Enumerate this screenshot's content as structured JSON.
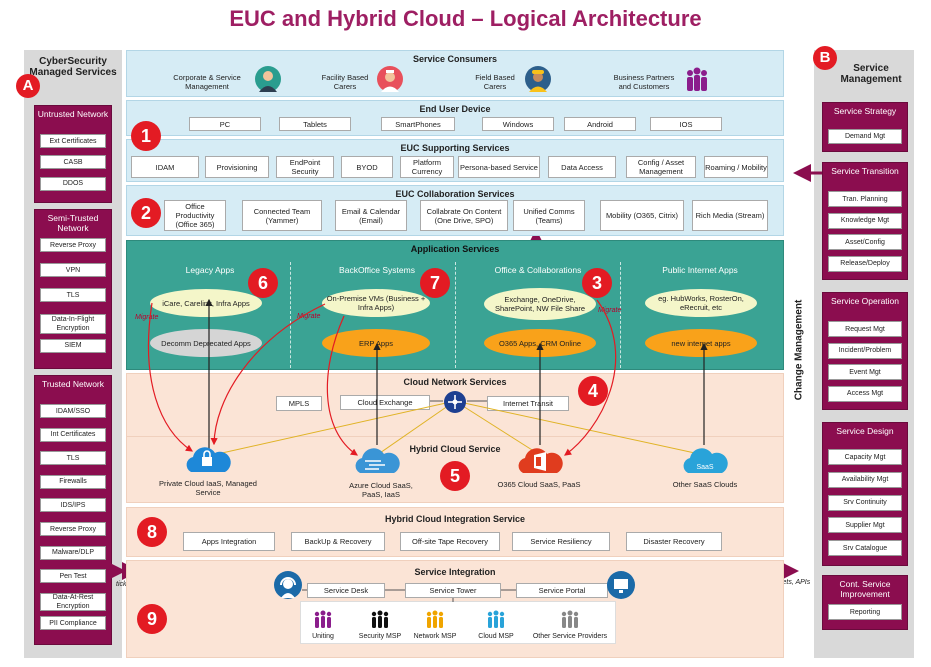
{
  "title": "EUC and Hybrid Cloud – Logical Architecture",
  "left_panel": {
    "heading": "CyberSecurity Managed Services",
    "badge": "A",
    "groups": [
      {
        "title": "Untrusted Network",
        "items": [
          "Ext Certificates",
          "CASB",
          "DDOS"
        ]
      },
      {
        "title": "Semi-Trusted Network",
        "items": [
          "Reverse Proxy",
          "VPN",
          "TLS",
          "Data-In-Flight Encryption",
          "SIEM"
        ]
      },
      {
        "title": "Trusted Network",
        "items": [
          "IDAM/SSO",
          "Int Certificates",
          "TLS",
          "Firewalls",
          "IDS/IPS",
          "Reverse Proxy",
          "Malware/DLP",
          "Pen Test",
          "Data-At-Rest Encryption",
          "PII Compliance"
        ]
      }
    ]
  },
  "right_panel": {
    "heading": "Service Management",
    "badge": "B",
    "groups": [
      {
        "title": "Service Strategy",
        "items": [
          "Demand Mgt"
        ]
      },
      {
        "title": "Service Transition",
        "items": [
          "Tran. Planning",
          "Knowledge Mgt",
          "Asset/Config",
          "Release/Deploy"
        ]
      },
      {
        "title": "Service Operation",
        "items": [
          "Request Mgt",
          "Incident/Problem",
          "Event Mgt",
          "Access Mgt"
        ]
      },
      {
        "title": "Service Design",
        "items": [
          "Capacity Mgt",
          "Availability Mgt",
          "Srv Continuity",
          "Supplier Mgt",
          "Srv Catalogue"
        ]
      },
      {
        "title": "Cont. Service Improvement",
        "items": [
          "Reporting"
        ]
      }
    ]
  },
  "change_management": "Change Management",
  "tickets_left": "tickets, APIs",
  "tickets_right": "tickets, APIs",
  "service_consumers": {
    "heading": "Service Consumers",
    "items": [
      "Corporate & Service Management",
      "Facility Based Carers",
      "Field Based Carers",
      "Business Partners and Customers"
    ]
  },
  "end_user_device": {
    "heading": "End User Device",
    "items": [
      "PC",
      "Tablets",
      "SmartPhones",
      "Windows",
      "Android",
      "IOS"
    ]
  },
  "euc_supporting": {
    "heading": "EUC Supporting Services",
    "badge": "1",
    "items": [
      "IDAM",
      "Provisioning",
      "EndPoint Security",
      "BYOD",
      "Platform Currency",
      "Persona-based Service",
      "Data Access",
      "Config / Asset Management",
      "Roaming / Mobility"
    ]
  },
  "euc_collab": {
    "heading": "EUC Collaboration Services",
    "badge": "2",
    "items": [
      "Office Productivity (Office 365)",
      "Connected Team (Yammer)",
      "Email & Calendar (Email)",
      "Collabrate On Content (One Drive, SPO)",
      "Unified Comms (Teams)",
      "Mobility (O365, Citrix)",
      "Rich Media (Stream)"
    ]
  },
  "application_services": {
    "heading": "Application Services",
    "columns": [
      {
        "title": "Legacy Apps",
        "badge": "6",
        "top": "iCare, Carelink, Infra Apps",
        "bottom": "Decomm Deprecated Apps"
      },
      {
        "title": "BackOffice Systems",
        "badge": "7",
        "top": "On-Premise VMs (Business + Infra Apps)",
        "bottom": "ERP Apps"
      },
      {
        "title": "Office & Collaborations",
        "badge": "3",
        "top": "Exchange, OneDrive, SharePoint, NW File Share",
        "bottom": "O365 Apps, CRM Online"
      },
      {
        "title": "Public Internet Apps",
        "top": "eg. HubWorks, RosterOn, eRecruit, etc",
        "bottom": "new internet apps"
      }
    ],
    "migrate_labels": [
      "Migrate",
      "Migrate",
      "Migrate"
    ]
  },
  "cloud_network": {
    "heading": "Cloud Network Services",
    "badge": "4",
    "items": [
      "MPLS",
      "Cloud Exchange",
      "Internet Transit"
    ]
  },
  "hybrid_cloud": {
    "heading": "Hybrid Cloud Service",
    "badge": "5",
    "items": [
      {
        "name": "Private Cloud IaaS, Managed Service",
        "icon": "lock-cloud-icon"
      },
      {
        "name": "Azure Cloud SaaS, PaaS, IaaS",
        "icon": "azure-cloud-icon"
      },
      {
        "name": "O365 Cloud SaaS, PaaS",
        "icon": "office-cloud-icon"
      },
      {
        "name": "Other SaaS Clouds",
        "icon": "saas-cloud-icon",
        "icon_text": "SaaS"
      }
    ]
  },
  "hybrid_integration": {
    "heading": "Hybrid Cloud Integration Service",
    "badge": "8",
    "items": [
      "Apps Integration",
      "BackUp & Recovery",
      "Off-site Tape Recovery",
      "Service Resiliency",
      "Disaster Recovery"
    ]
  },
  "service_integration": {
    "heading": "Service Integration",
    "badge": "9",
    "items": [
      "Service Desk",
      "Service Tower",
      "Service Portal"
    ],
    "providers": [
      "Uniting",
      "Security MSP",
      "Network MSP",
      "Cloud MSP",
      "Other Service Providers"
    ]
  },
  "colors": {
    "title": "#9e1f63",
    "group_fill": "#8b0d4f",
    "badge": "#e31b23",
    "teal": "#3aa394",
    "light_blue": "#d6ecf5",
    "peach": "#fbe4d6",
    "orange_ellipse": "#f9a21a",
    "azure_blue": "#1e88d8",
    "office_red": "#e03c1e"
  }
}
